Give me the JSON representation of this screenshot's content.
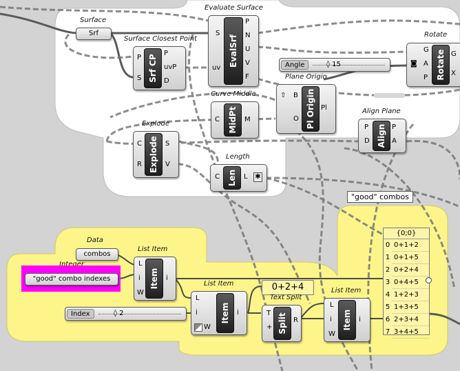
{
  "components": {
    "surface": {
      "title": "Surface",
      "label": "Srf"
    },
    "evaluate_surface": {
      "title": "Evaluate Surface",
      "label": "EvalSrf",
      "inputs": [
        "S",
        "uv"
      ],
      "outputs": [
        "P",
        "N",
        "U",
        "V",
        "F"
      ]
    },
    "surface_closest_point": {
      "title": "Surface Closest Point",
      "label": "Srf CP",
      "inputs": [
        "P",
        "S"
      ],
      "outputs": [
        "P",
        "uvP",
        "D"
      ]
    },
    "rotate": {
      "title": "Rotate",
      "label": "Rotate",
      "inputs": [
        "G",
        "A",
        "P"
      ],
      "outputs": [
        "G",
        "X"
      ]
    },
    "angle": {
      "label": "Angle",
      "value": "15"
    },
    "plane_origin": {
      "title": "Plane Origin",
      "label": "Pl Origin",
      "inputs": [
        "B",
        "O"
      ],
      "outputs": [
        "Pl"
      ]
    },
    "curve_middle": {
      "title": "Curve Middle",
      "label": "MidPt",
      "inputs": [
        "C"
      ],
      "outputs": [
        "M"
      ]
    },
    "explode": {
      "title": "Explode",
      "label": "Explode",
      "inputs": [
        "C",
        "R"
      ],
      "outputs": [
        "S",
        "V"
      ]
    },
    "align_plane": {
      "title": "Align Plane",
      "label": "Align",
      "inputs": [
        "P",
        "D"
      ],
      "outputs": [
        "P",
        "A"
      ]
    },
    "length": {
      "title": "Length",
      "label": "Len",
      "inputs": [
        "C"
      ],
      "outputs": [
        "L"
      ]
    },
    "data": {
      "title": "Data",
      "label": "combos"
    },
    "integer": {
      "title": "Integer",
      "label": "\"good\" combo indexes"
    },
    "list_item_1": {
      "title": "List Item",
      "label": "Item",
      "inputs": [
        "L",
        "i",
        "W"
      ],
      "outputs": [
        "i"
      ]
    },
    "list_item_2": {
      "title": "List Item",
      "label": "Item",
      "inputs": [
        "L",
        "i",
        "W"
      ],
      "outputs": [
        "i"
      ]
    },
    "list_item_3": {
      "title": "List Item",
      "label": "Item",
      "inputs": [
        "L",
        "i",
        "W"
      ],
      "outputs": [
        "i"
      ]
    },
    "index": {
      "label": "Index",
      "value": "2"
    },
    "text_split": {
      "title": "Text Split",
      "label": "Split",
      "inputs": [
        "T",
        "+"
      ],
      "outputs": [
        "R"
      ]
    },
    "result_panel": {
      "value": "0+2+4"
    },
    "good_combos": {
      "title": "\"good\" combos",
      "header": "{0;0}",
      "rows": [
        [
          "0",
          "0+1+2"
        ],
        [
          "1",
          "0+1+5"
        ],
        [
          "2",
          "0+2+4"
        ],
        [
          "3",
          "0+4+5"
        ],
        [
          "4",
          "1+2+3"
        ],
        [
          "5",
          "1+3+5"
        ],
        [
          "6",
          "2+3+4"
        ],
        [
          "7",
          "3+4+5"
        ]
      ]
    }
  },
  "colors": {
    "canvas": "#d3d3d3",
    "group_white": "#ffffff",
    "group_yellow": "#fdf58a",
    "integer_highlight": "#ff00ff",
    "panel": "#fdf5a8"
  }
}
